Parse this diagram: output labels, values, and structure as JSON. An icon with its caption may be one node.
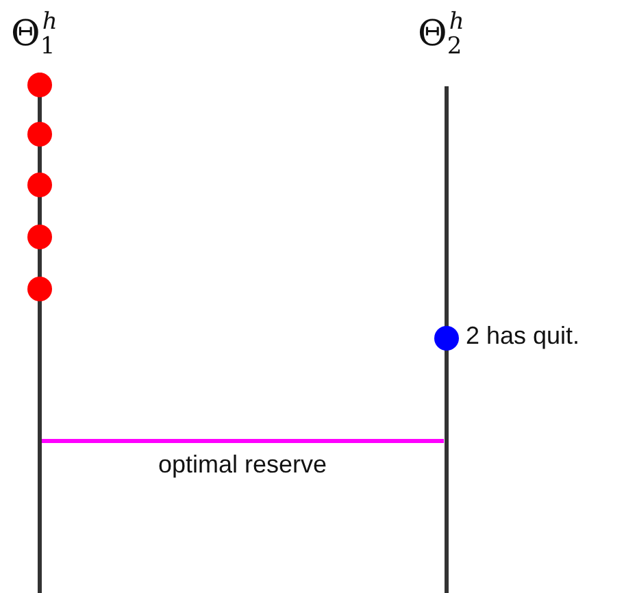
{
  "diagram": {
    "nodes": [
      {
        "text": [
          "Θ$_{1}$$^{h}$"
        ]
      },
      {
        "text": [
          "Θ$_{2}$$^{h}$"
        ]
      },
      {
        "text": [],
        "shape": "circle",
        "in": 0
      },
      {
        "text": [],
        "shape": "circle",
        "in": 0
      },
      {
        "text": [],
        "shape": "circle",
        "in": 0
      },
      {
        "text": [],
        "shape": "circle",
        "in": 0
      },
      {
        "text": [],
        "shape": "circle",
        "in": 0
      },
      {
        "text": [],
        "shape": "circle",
        "in": 1,
        "beside": [
          "2 has quit."
        ]
      }
    ],
    "edges": [
      {
        "from": 0,
        "to": 1,
        "arrow": "none",
        "label": "optimal reserve",
        "color": "#ff00ff"
      }
    ]
  }
}
